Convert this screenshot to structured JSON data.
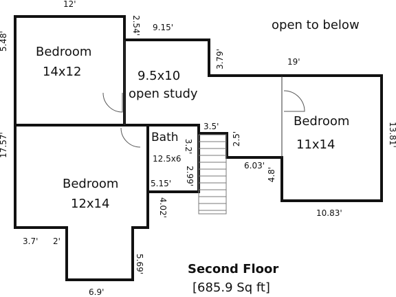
{
  "rooms": {
    "bedroom_nw": {
      "name": "Bedroom",
      "size": "14x12"
    },
    "study": {
      "size": "9.5x10",
      "name": "open study"
    },
    "bedroom_e": {
      "name": "Bedroom",
      "size": "11x14"
    },
    "bath": {
      "name": "Bath",
      "size": "12.5x6"
    },
    "bedroom_sw": {
      "name": "Bedroom",
      "size": "12x14"
    }
  },
  "note": "open to below",
  "dimensions": {
    "top_left": "12'",
    "left_top": "5.48'",
    "left_mid": "17.57'",
    "study_left": "2.54'",
    "study_top": "9.15'",
    "study_right": "3.79'",
    "east_top": "19'",
    "east_right": "13.81'",
    "stair_top": "3.5'",
    "stair_right": "2.5'",
    "bath_right": "3.2'",
    "bath_lower": "2.99'",
    "bath_bottom": "5.15'",
    "east_notch": "6.03'",
    "east_notch_v": "4.8'",
    "east_bottom": "10.83'",
    "sw_bath_below": "4.02'",
    "sw_bottom_left": "3.7'",
    "sw_bottom_step": "2'",
    "sw_right": "5.69'",
    "sw_bottom": "6.9'"
  },
  "footer": {
    "title": "Second Floor",
    "area": "[685.9 Sq ft]"
  }
}
